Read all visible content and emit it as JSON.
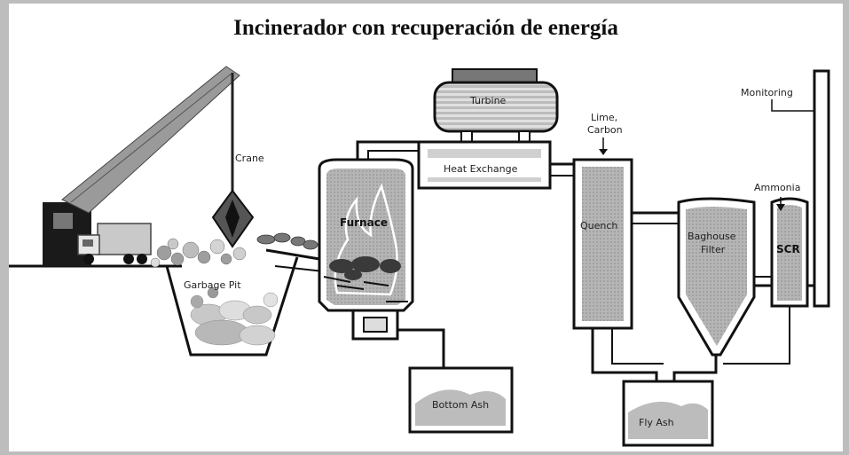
{
  "title": "Incinerador con recuperación de energía",
  "labels": {
    "crane": "Crane",
    "garbage_pit": "Garbage Pit",
    "furnace": "Furnace",
    "turbine": "Turbine",
    "heat_exchange": "Heat Exchange",
    "lime": "Lime,",
    "carbon": "Carbon",
    "quench": "Quench",
    "baghouse": "Baghouse",
    "filter": "Filter",
    "ammonia": "Ammonia",
    "scr": "SCR",
    "monitoring": "Monitoring",
    "bottom_ash": "Bottom Ash",
    "fly_ash": "Fly Ash"
  }
}
